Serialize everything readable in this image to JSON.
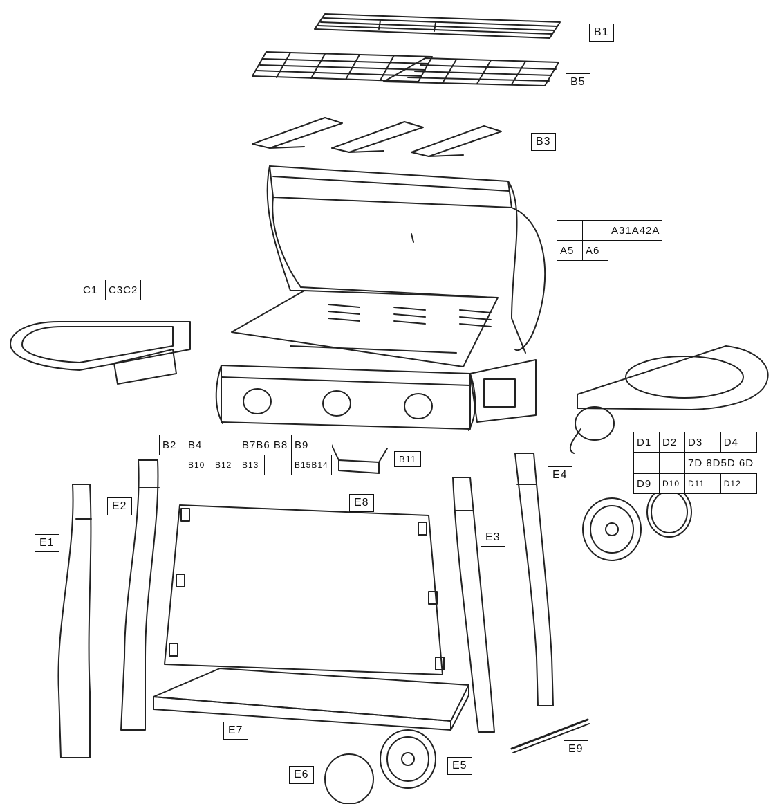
{
  "labels": {
    "B1": "B1",
    "B5": "B5",
    "B3": "B3",
    "B11": "B11",
    "E1": "E1",
    "E2": "E2",
    "E3": "E3",
    "E4": "E4",
    "E5": "E5",
    "E6": "E6",
    "E7": "E7",
    "E8": "E8",
    "E9": "E9"
  },
  "grid_a": {
    "row1": [
      "",
      "",
      "A31A42A"
    ],
    "row2": [
      "A5",
      "A6"
    ]
  },
  "grid_c": {
    "row1": [
      "C1",
      "C3C2",
      ""
    ]
  },
  "grid_b": {
    "row1": [
      "B2",
      "B4",
      "",
      "B7B6  B8",
      "B9"
    ],
    "row2": [
      "B10",
      "B12",
      "B13",
      "",
      "B15B14"
    ]
  },
  "grid_d": {
    "row1": [
      "D1",
      "D2",
      "D3",
      "D4"
    ],
    "row2": [
      "",
      "",
      "7D 8D5D 6D"
    ],
    "row3": [
      "D9",
      "D10",
      "D11",
      "D12"
    ]
  }
}
